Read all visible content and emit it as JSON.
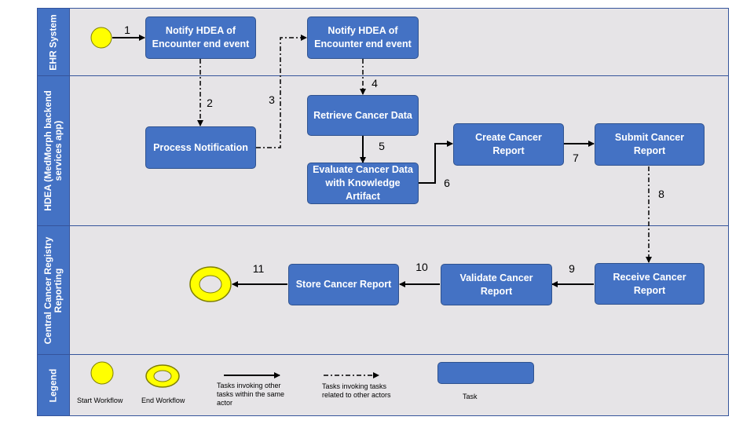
{
  "lanes": [
    {
      "id": "ehr",
      "title": "EHR System"
    },
    {
      "id": "hdea",
      "title": "HDEA (MedMorph backend\nservices app)"
    },
    {
      "id": "registry",
      "title": "Central Cancer Registry\nReporting"
    },
    {
      "id": "legend",
      "title": "Legend"
    }
  ],
  "tasks": {
    "notify1": "Notify HDEA of\nEncounter end event",
    "notify2": "Notify HDEA of\nEncounter end event",
    "process": "Process Notification",
    "retrieve": "Retrieve Cancer Data",
    "evaluate": "Evaluate Cancer Data\nwith Knowledge\nArtifact",
    "create": "Create Cancer\nReport",
    "submit": "Submit Cancer\nReport",
    "receive": "Receive Cancer\nReport",
    "validate": "Validate Cancer\nReport",
    "store": "Store Cancer Report"
  },
  "steps": [
    "1",
    "2",
    "3",
    "4",
    "5",
    "6",
    "7",
    "8",
    "9",
    "10",
    "11"
  ],
  "legend": {
    "start": "Start Workflow",
    "end": "End Workflow",
    "solid_arrow": "Tasks invoking other\ntasks within the same\nactor",
    "dashed_arrow": "Tasks invoking tasks\nrelated to other actors",
    "task": "Task"
  },
  "colors": {
    "task_fill": "#4472c4",
    "lane_fill": "#e6e4e7",
    "start_end_fill": "#ffff00",
    "arrow": "#000000"
  }
}
